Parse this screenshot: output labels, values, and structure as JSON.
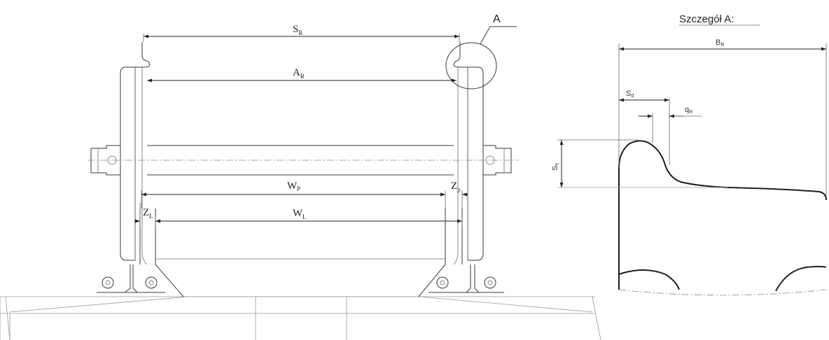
{
  "main_view": {
    "callout_letter": "A",
    "dimensions": {
      "sr": {
        "main": "S",
        "sub": "R"
      },
      "ar": {
        "main": "A",
        "sub": "R"
      },
      "wp": {
        "main": "W",
        "sub": "P"
      },
      "wl": {
        "main": "W",
        "sub": "L"
      },
      "zp": {
        "main": "Z",
        "sub": "p"
      },
      "zl": {
        "main": "Z",
        "sub": "L"
      }
    }
  },
  "detail_view": {
    "title": "Szczegół A:",
    "dimensions": {
      "br": {
        "main": "B",
        "sub": "R"
      },
      "sd": {
        "main": "S",
        "sub": "d"
      },
      "qr": {
        "main": "q",
        "sub": "R"
      },
      "sh": {
        "main": "S",
        "sub": "h"
      }
    }
  }
}
